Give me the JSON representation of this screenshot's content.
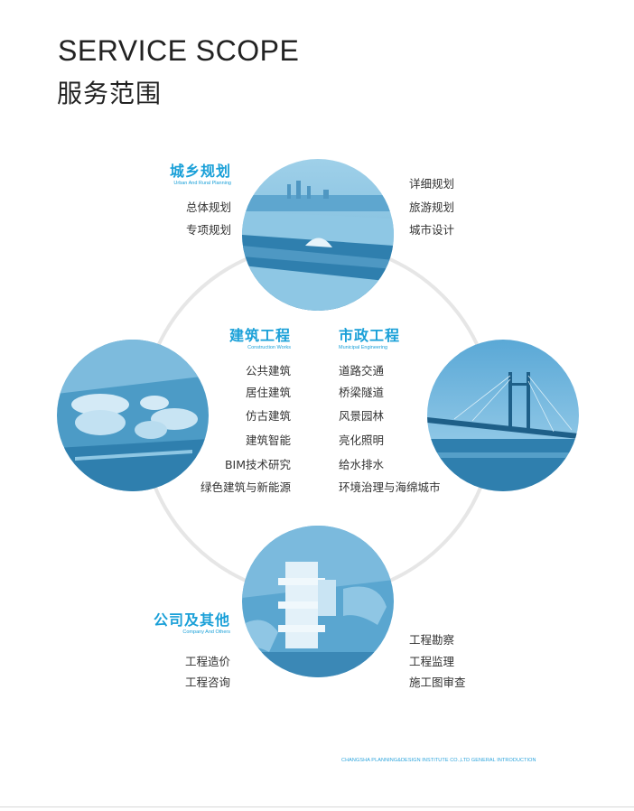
{
  "header": {
    "title_en": "SERVICE SCOPE",
    "title_cn": "服务范围"
  },
  "colors": {
    "accent": "#1aa0d8",
    "ring": "#e6e6e6",
    "text": "#333333"
  },
  "categories": {
    "urban": {
      "cn": "城乡规划",
      "en": "Urban And Rural Planning",
      "left_items": [
        "总体规划",
        "专项规划"
      ],
      "right_items": [
        "详细规划",
        "旅游规划",
        "城市设计"
      ]
    },
    "construction": {
      "cn": "建筑工程",
      "en": "Construction Works",
      "items": [
        "公共建筑",
        "居住建筑",
        "仿古建筑",
        "建筑智能",
        "BIM技术研究",
        "绿色建筑与新能源"
      ]
    },
    "municipal": {
      "cn": "市政工程",
      "en": "Municipal Engineering",
      "items": [
        "道路交通",
        "桥梁隧道",
        "风景园林",
        "亮化照明",
        "给水排水",
        "环境治理与海绵城市"
      ]
    },
    "company": {
      "cn": "公司及其他",
      "en": "Company And Others",
      "left_items": [
        "工程造价",
        "工程咨询"
      ],
      "right_items": [
        "工程勘察",
        "工程监理",
        "施工图审查"
      ]
    }
  },
  "footer": {
    "text": "CHANGSHA PLANNING&DESIGN INSTITUTE CO.,LTD  GENERAL INTRODUCTION"
  }
}
